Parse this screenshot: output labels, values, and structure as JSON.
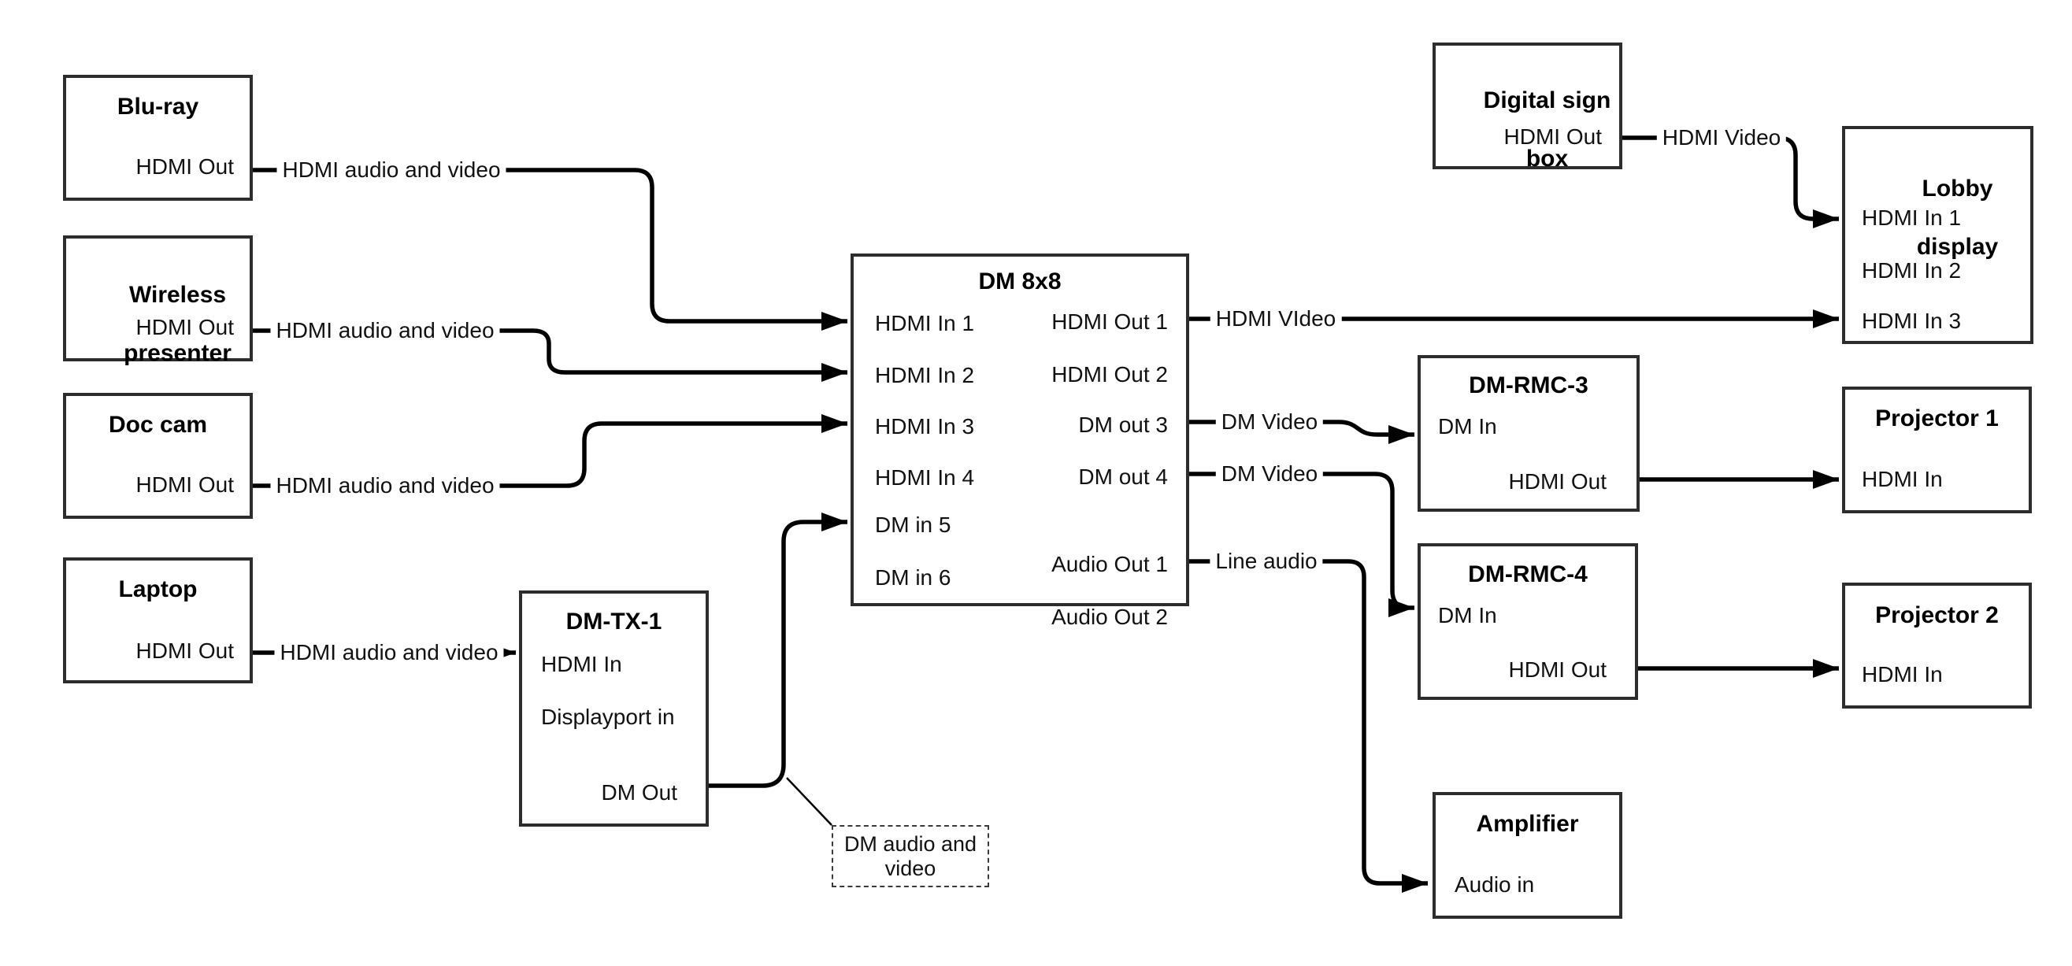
{
  "diagram": {
    "nodes": {
      "blu_ray": {
        "title": "Blu-ray",
        "port_out": "HDMI Out"
      },
      "wireless_presenter": {
        "title_line1": "Wireless",
        "title_line2": "presenter",
        "port_out": "HDMI Out"
      },
      "doc_cam": {
        "title": "Doc cam",
        "port_out": "HDMI Out"
      },
      "laptop": {
        "title": "Laptop",
        "port_out": "HDMI Out"
      },
      "dm_tx_1": {
        "title": "DM-TX-1",
        "port_in1": "HDMI In",
        "port_in2": "Displayport in",
        "port_out": "DM Out"
      },
      "dm_8x8": {
        "title": "DM 8x8",
        "ports_left": [
          "HDMI In 1",
          "HDMI In 2",
          "HDMI In 3",
          "HDMI In 4",
          "DM in 5",
          "DM in 6"
        ],
        "ports_right": [
          "HDMI Out 1",
          "HDMI Out 2",
          "DM out 3",
          "DM out 4",
          "Audio Out 1",
          "Audio Out 2"
        ]
      },
      "digital_sign_box": {
        "title_line1": "Digital sign",
        "title_line2": "box",
        "port_out": "HDMI Out"
      },
      "lobby_display": {
        "title_line1": "Lobby",
        "title_line2": "display",
        "ports": [
          "HDMI In 1",
          "HDMI In 2",
          "HDMI In 3"
        ]
      },
      "dm_rmc_3": {
        "title": "DM-RMC-3",
        "port_in": "DM In",
        "port_out": "HDMI Out"
      },
      "dm_rmc_4": {
        "title": "DM-RMC-4",
        "port_in": "DM In",
        "port_out": "HDMI Out"
      },
      "projector_1": {
        "title": "Projector 1",
        "port_in": "HDMI In"
      },
      "projector_2": {
        "title": "Projector 2",
        "port_in": "HDMI In"
      },
      "amplifier": {
        "title": "Amplifier",
        "port_in": "Audio in"
      },
      "note": {
        "line1": "DM audio and",
        "line2": "video"
      }
    },
    "connection_labels": {
      "bluray_dm8x8": "HDMI audio and video",
      "wireless_dm8x8": "HDMI audio and video",
      "doccam_dm8x8": "HDMI audio and video",
      "laptop_dmtx1": "HDMI audio and video",
      "dm8x8_lobby": "HDMI VIdeo",
      "dm8x8_rmc3": "DM Video",
      "dm8x8_rmc4": "DM Video",
      "dm8x8_amp": "Line audio",
      "signbox_lobby": "HDMI Video"
    },
    "colors": {
      "line": "#000000",
      "box_border": "#2d2d2d",
      "text": "#111111",
      "background": "#ffffff"
    }
  }
}
